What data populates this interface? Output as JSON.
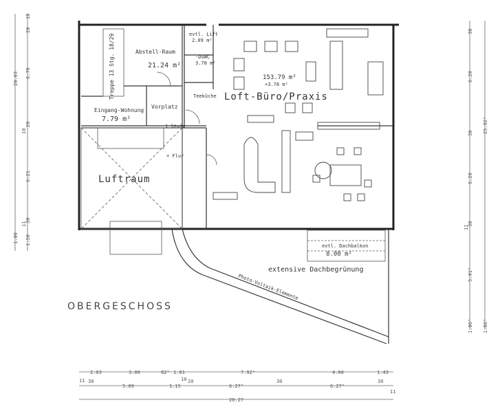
{
  "plan": {
    "title": "OBERGESCHOSS",
    "rooms": {
      "stair": "Treppe 13 Stg. 18/29",
      "storage_name": "Abstell-Raum",
      "storage_area": "21.24 m²",
      "lift_name": "evtl. Lift",
      "lift_area": "2.09 m²",
      "wc_name": "-DuWC",
      "wc_area": "3.78 m²",
      "kitchen": "Teeküche",
      "entry_name": "Eingang-Wohnung",
      "entry_area": "7.79 m²",
      "hall": "Vorplatz",
      "step": "1 Stufe",
      "void": "Luftraum",
      "corridor": "+ Flur",
      "loft_area": "153.79 m²",
      "loft_area2": "+3.78 m²",
      "loft_name": "Loft-Büro/Praxis",
      "balcony_name": "evtl. Dachbalkon",
      "balcony_area": "8.00 m²",
      "green_roof": "extensive Dachbegrünung",
      "pv": "Photo-Voltaik-Elemente"
    },
    "dims_bottom_row1": [
      "2.03",
      "3.00",
      "82⁵",
      "1.01",
      "7.92⁵",
      "4.00",
      "1.43"
    ],
    "dims_bottom_row2": [
      "11",
      "30",
      "5.09",
      "1.15",
      "10",
      "20",
      "6.27⁵",
      "30",
      "6.27⁵",
      "30",
      "11"
    ],
    "dims_bottom_total": "20.27",
    "dims_left_total": "20.03",
    "dims_left": [
      "10",
      "20",
      "6.70",
      "10",
      "20",
      "6.21",
      "11",
      "30",
      "1.50",
      "1.00"
    ],
    "dims_right": [
      "30",
      "6.20",
      "30",
      "6.20",
      "11",
      "30",
      "5.91⁵",
      "1.06⁵"
    ],
    "dims_right_total": "25.92⁵",
    "dims_right_bottom": "1.06⁵"
  }
}
